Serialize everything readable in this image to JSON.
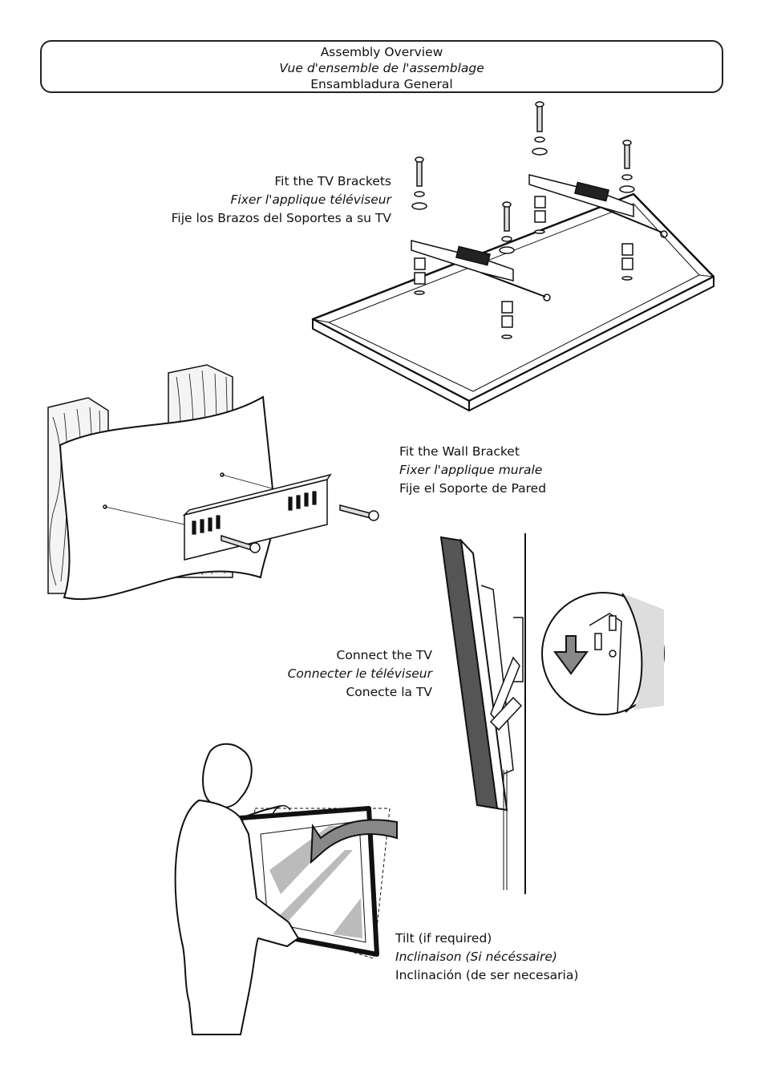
{
  "header": {
    "title_en": "Assembly Overview",
    "title_fr": "Vue d'ensemble de l'assemblage",
    "title_es": "Ensambladura General"
  },
  "steps": {
    "tv_brackets": {
      "en": "Fit the TV Brackets",
      "fr": "Fixer l'applique téléviseur",
      "es": "Fije los Brazos del Soportes a su TV"
    },
    "wall_bracket": {
      "en": "Fit the Wall Bracket",
      "fr": "Fixer l'applique murale",
      "es": "Fije el Soporte de Pared"
    },
    "connect_tv": {
      "en": "Connect the TV",
      "fr": "Connecter le téléviseur",
      "es": "Conecte la TV"
    },
    "tilt": {
      "en": "Tilt (if required)",
      "fr": "Inclinaison (Si nécéssaire)",
      "es": "Inclinación (de ser necesaria)"
    }
  }
}
